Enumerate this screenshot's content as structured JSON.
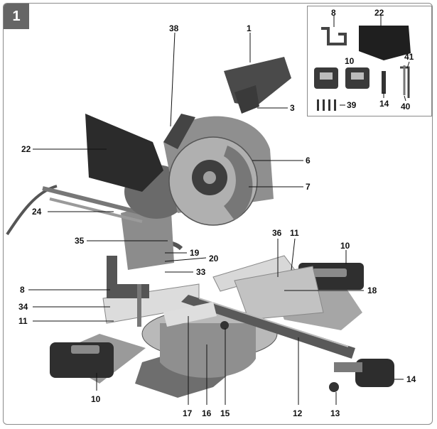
{
  "figure": {
    "number": "1"
  },
  "colors": {
    "frame": "#8a8a8a",
    "badge": "#666666",
    "part_dark": "#3a3a3a",
    "part_mid": "#7d7d7d",
    "part_light": "#c8c8c8",
    "leader": "#111111"
  },
  "callouts": {
    "c1": "1",
    "c38": "38",
    "c3": "3",
    "c22": "22",
    "c6": "6",
    "c7": "7",
    "c24": "24",
    "c35": "35",
    "c19": "19",
    "c20": "20",
    "c33": "33",
    "c36": "36",
    "c11a": "11",
    "c10a": "10",
    "c8": "8",
    "c18": "18",
    "c34": "34",
    "c11b": "11",
    "c10b": "10",
    "c17": "17",
    "c16": "16",
    "c15": "15",
    "c12": "12",
    "c13": "13",
    "c14": "14"
  },
  "inset": {
    "c8": "8",
    "c22": "22",
    "c10": "10",
    "c41": "41",
    "c14": "14",
    "c40": "40",
    "c39": "39"
  }
}
